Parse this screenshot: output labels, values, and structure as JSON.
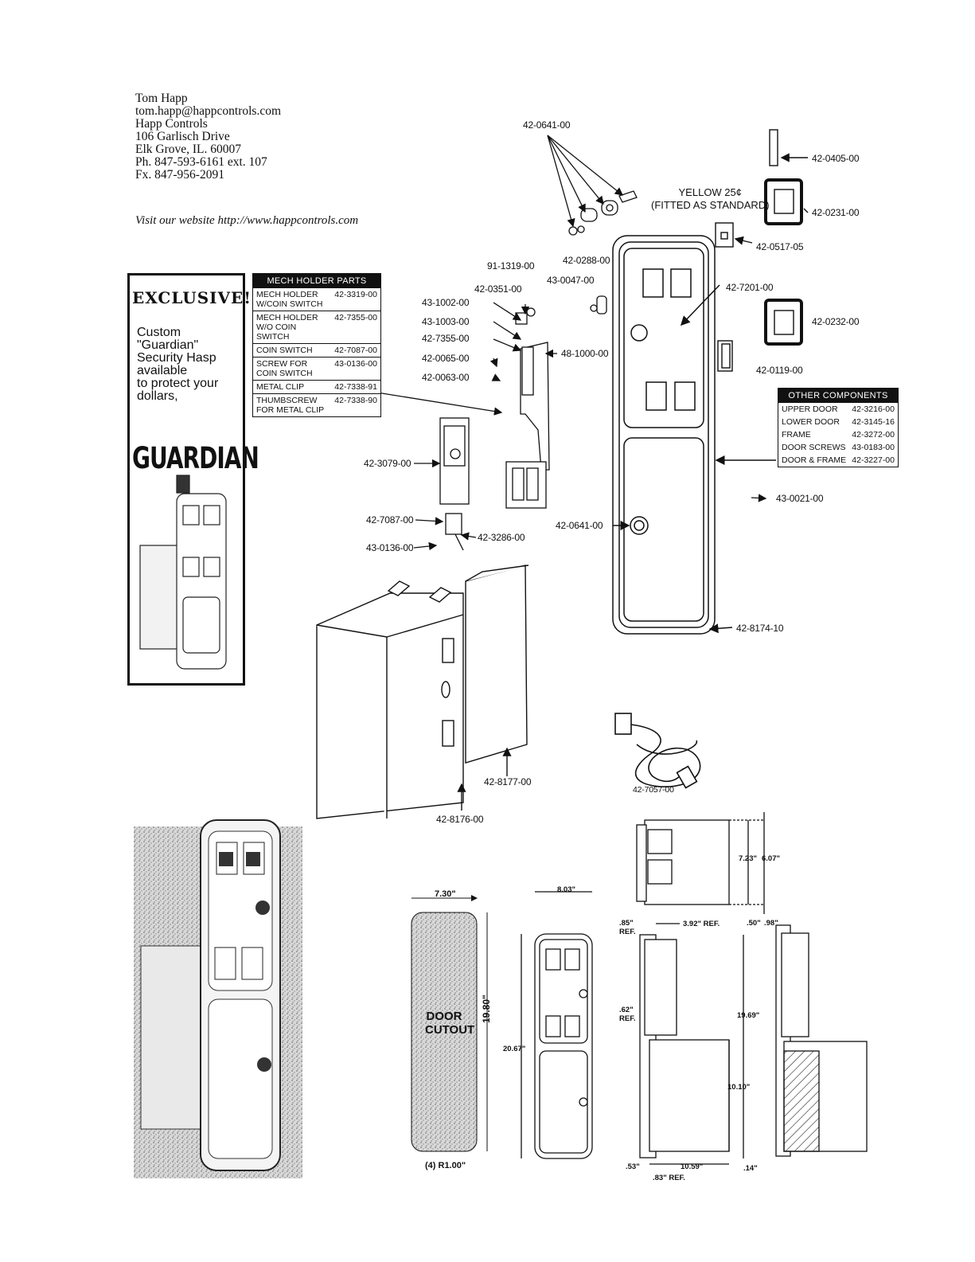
{
  "contact": {
    "name": "Tom Happ",
    "email": "tom.happ@happcontrols.com",
    "company": "Happ Controls",
    "street": "106 Garlisch Drive",
    "city": "Elk Grove, IL.   60007",
    "phone": "Ph. 847-593-6161 ext. 107",
    "fax": "Fx. 847-956-2091",
    "website": "Visit our website http://www.happcontrols.com"
  },
  "promo": {
    "title": "EXCLUSIVE!",
    "line1": "Custom",
    "line2": "\"Guardian\"",
    "line3": "Security Hasp",
    "line4": "available",
    "line5": "to protect your",
    "line6": "dollars,",
    "brand": "GUARDIAN"
  },
  "mech_holder": {
    "title": "MECH HOLDER PARTS",
    "rows": [
      {
        "name": "MECH HOLDER W/COIN SWITCH",
        "part": "42-3319-00"
      },
      {
        "name": "MECH HOLDER W/O COIN SWITCH",
        "part": "42-7355-00"
      },
      {
        "name": "COIN SWITCH",
        "part": "42-7087-00"
      },
      {
        "name": "SCREW FOR COIN SWITCH",
        "part": "43-0136-00"
      },
      {
        "name": "METAL CLIP",
        "part": "42-7338-91"
      },
      {
        "name": "THUMBSCREW FOR METAL CLIP",
        "part": "42-7338-90"
      }
    ]
  },
  "other_components": {
    "title": "OTHER COMPONENTS",
    "rows": [
      {
        "name": "UPPER DOOR",
        "part": "42-3216-00"
      },
      {
        "name": "LOWER DOOR",
        "part": "42-3145-16"
      },
      {
        "name": "FRAME",
        "part": "42-3272-00"
      },
      {
        "name": "DOOR SCREWS",
        "part": "43-0183-00"
      },
      {
        "name": "DOOR & FRAME",
        "part": "42-3227-00"
      }
    ]
  },
  "yellow_note": {
    "line1": "YELLOW 25¢",
    "line2": "(FITTED AS STANDARD)"
  },
  "callouts": {
    "c1": "42-0641-00",
    "c2": "42-0405-00",
    "c3": "42-0231-00",
    "c4": "42-0517-05",
    "c5": "91-1319-00",
    "c6": "42-0288-00",
    "c7": "43-0047-00",
    "c8": "42-0351-00",
    "c9": "43-1002-00",
    "c10": "43-1003-00",
    "c11": "42-7355-00",
    "c12": "42-0065-00",
    "c13": "42-0063-00",
    "c14": "48-1000-00",
    "c15": "42-7201-00",
    "c16": "42-0232-00",
    "c17": "42-0119-00",
    "c18": "42-3079-00",
    "c19": "42-7087-00",
    "c20": "43-0136-00",
    "c21": "42-3286-00",
    "c22": "42-0641-00",
    "c23": "43-0021-00",
    "c24": "42-8174-10",
    "c25": "42-8177-00",
    "c26": "42-8176-00",
    "c27": "42-7057-00"
  },
  "dimensions": {
    "cutout_width": "7.30\"",
    "cutout_label_1": "DOOR",
    "cutout_label_2": "CUTOUT",
    "cutout_height": "19.80\"",
    "cutout_radius": "(4) R1.00\"",
    "door_width": "8.03\"",
    "door_height": "20.67\"",
    "top_h1": "7.23\"",
    "top_h2": "6.07\"",
    "top_d1": ".50\"",
    "top_d2": ".98\"",
    "side_ref1": ".85\"",
    "side_ref1b": "REF.",
    "side_392": "3.92\" REF.",
    "side_ref2": ".62\"",
    "side_ref2b": "REF.",
    "side_1969": "19.69\"",
    "side_1010": "10.10\"",
    "side_53": ".53\"",
    "side_1059": "10.59\"",
    "side_14": ".14\"",
    "side_83": ".83\" REF."
  }
}
